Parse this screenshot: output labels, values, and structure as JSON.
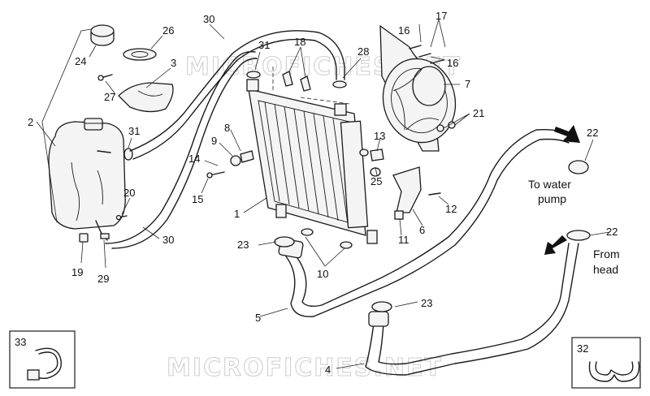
{
  "watermark": "MICROFICHES.NET",
  "notes": {
    "to_water_pump_line1": "To water",
    "to_water_pump_line2": "pump",
    "from_head_line1": "From",
    "from_head_line2": "head"
  },
  "callouts": [
    {
      "id": "c1",
      "label": "1"
    },
    {
      "id": "c2",
      "label": "2"
    },
    {
      "id": "c3",
      "label": "3"
    },
    {
      "id": "c4",
      "label": "4"
    },
    {
      "id": "c5",
      "label": "5"
    },
    {
      "id": "c6",
      "label": "6"
    },
    {
      "id": "c7",
      "label": "7"
    },
    {
      "id": "c8",
      "label": "8"
    },
    {
      "id": "c9",
      "label": "9"
    },
    {
      "id": "c10",
      "label": "10"
    },
    {
      "id": "c11",
      "label": "11"
    },
    {
      "id": "c12",
      "label": "12"
    },
    {
      "id": "c13",
      "label": "13"
    },
    {
      "id": "c14",
      "label": "14"
    },
    {
      "id": "c15",
      "label": "15"
    },
    {
      "id": "c16a",
      "label": "16"
    },
    {
      "id": "c16b",
      "label": "16"
    },
    {
      "id": "c17",
      "label": "17"
    },
    {
      "id": "c18",
      "label": "18"
    },
    {
      "id": "c19",
      "label": "19"
    },
    {
      "id": "c20",
      "label": "20"
    },
    {
      "id": "c21",
      "label": "21"
    },
    {
      "id": "c22a",
      "label": "22"
    },
    {
      "id": "c22b",
      "label": "22"
    },
    {
      "id": "c23a",
      "label": "23"
    },
    {
      "id": "c23b",
      "label": "23"
    },
    {
      "id": "c24",
      "label": "24"
    },
    {
      "id": "c25",
      "label": "25"
    },
    {
      "id": "c26",
      "label": "26"
    },
    {
      "id": "c27",
      "label": "27"
    },
    {
      "id": "c28",
      "label": "28"
    },
    {
      "id": "c29",
      "label": "29"
    },
    {
      "id": "c30a",
      "label": "30"
    },
    {
      "id": "c30b",
      "label": "30"
    },
    {
      "id": "c31a",
      "label": "31"
    },
    {
      "id": "c31b",
      "label": "31"
    },
    {
      "id": "c32",
      "label": "32"
    },
    {
      "id": "c33",
      "label": "33"
    }
  ]
}
